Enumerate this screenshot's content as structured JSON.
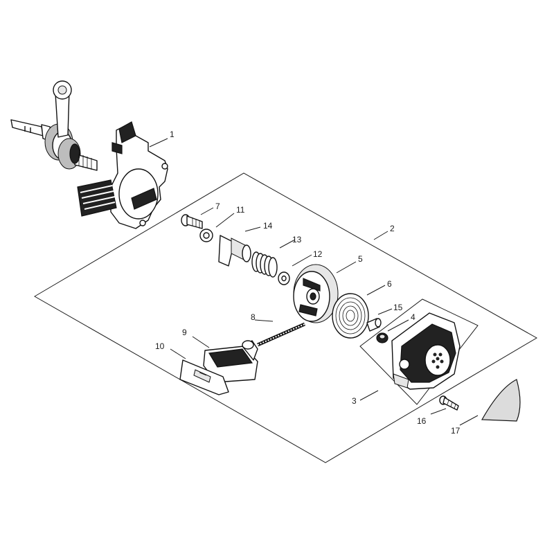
{
  "callouts": [
    {
      "id": "1",
      "text": "1"
    },
    {
      "id": "2",
      "text": "2"
    },
    {
      "id": "3",
      "text": "3"
    },
    {
      "id": "4",
      "text": "4"
    },
    {
      "id": "5",
      "text": "5"
    },
    {
      "id": "6",
      "text": "6"
    },
    {
      "id": "7",
      "text": "7"
    },
    {
      "id": "8",
      "text": "8"
    },
    {
      "id": "9",
      "text": "9"
    },
    {
      "id": "10",
      "text": "10"
    },
    {
      "id": "11",
      "text": "11"
    },
    {
      "id": "12",
      "text": "12"
    },
    {
      "id": "13",
      "text": "13"
    },
    {
      "id": "14",
      "text": "14"
    },
    {
      "id": "15",
      "text": "15"
    },
    {
      "id": "16",
      "text": "16"
    },
    {
      "id": "17",
      "text": "17"
    }
  ],
  "colors": {
    "line": "#1a1a1a",
    "background": "#ffffff"
  }
}
